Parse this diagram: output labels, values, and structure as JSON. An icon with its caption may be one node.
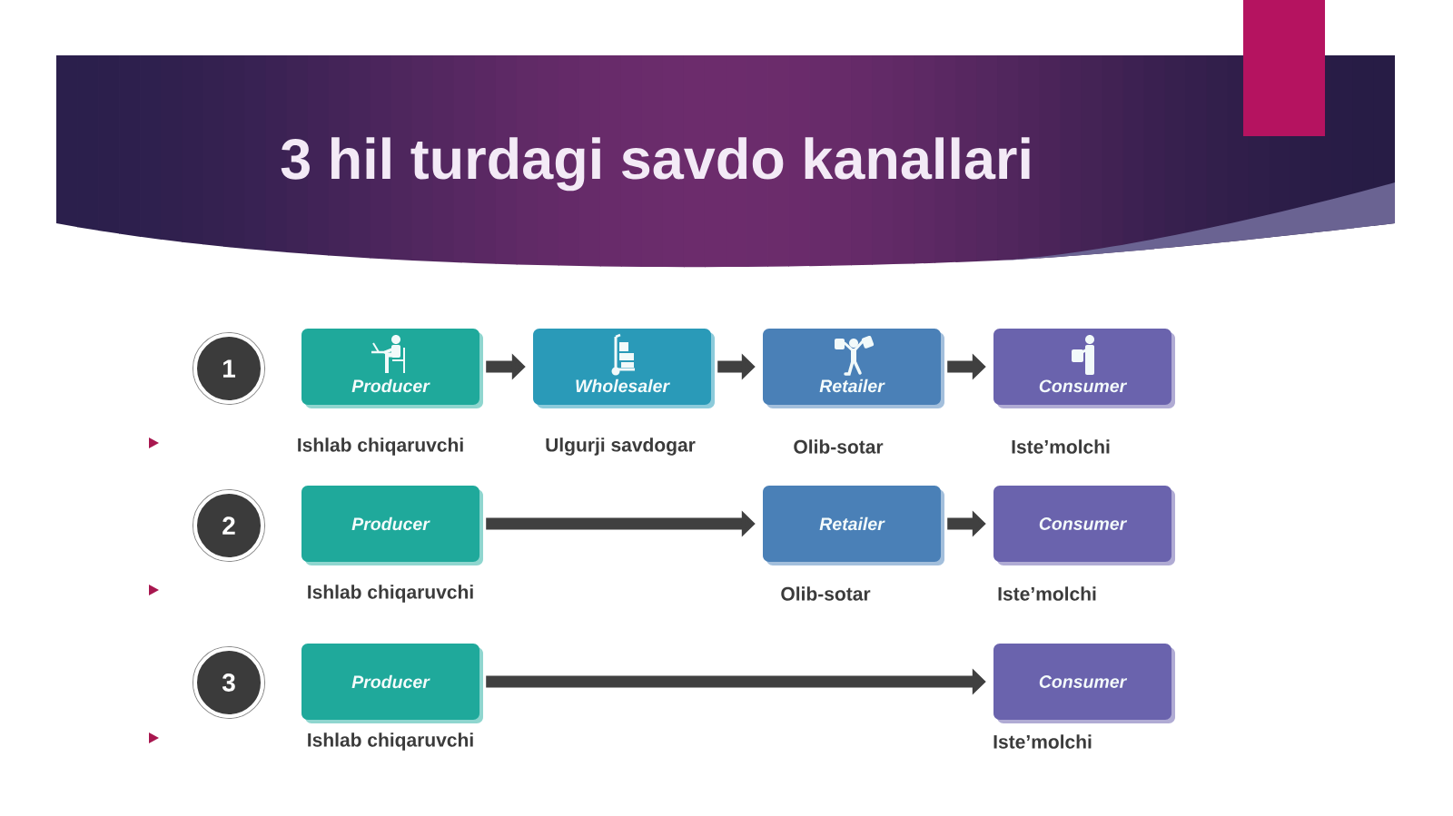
{
  "diagram": {
    "title": "3 hil turdagi savdo kanallari",
    "nodes": [
      {
        "text": [
          "1"
        ]
      },
      {
        "text": [
          "Producer"
        ],
        "beside": [
          "Ishlab chiqaruvchi"
        ]
      },
      {
        "text": [
          "Wholesaler"
        ],
        "beside": [
          "Ulgurji savdogar"
        ]
      },
      {
        "text": [
          "Retailer"
        ],
        "beside": [
          "Olib-sotar"
        ]
      },
      {
        "text": [
          "Consumer"
        ],
        "beside": [
          "Iste’molchi"
        ]
      },
      {
        "text": [
          "2"
        ]
      },
      {
        "text": [
          "Producer"
        ],
        "beside": [
          "Ishlab chiqaruvchi"
        ]
      },
      {
        "text": [
          "Retailer"
        ],
        "beside": [
          "Olib-sotar"
        ]
      },
      {
        "text": [
          "Consumer"
        ],
        "beside": [
          "Iste’molchi"
        ]
      },
      {
        "text": [
          "3"
        ]
      },
      {
        "text": [
          "Producer"
        ],
        "beside": [
          "Ishlab chiqaruvchi"
        ]
      },
      {
        "text": [
          "Consumer"
        ],
        "beside": [
          "Iste’molchi"
        ]
      }
    ],
    "edges": [
      {
        "from": 1,
        "to": 2,
        "arrow": "to"
      },
      {
        "from": 2,
        "to": 3,
        "arrow": "to"
      },
      {
        "from": 3,
        "to": 4,
        "arrow": "to"
      },
      {
        "from": 6,
        "to": 7,
        "arrow": "to"
      },
      {
        "from": 7,
        "to": 8,
        "arrow": "to"
      },
      {
        "from": 10,
        "to": 11,
        "arrow": "to"
      }
    ]
  }
}
